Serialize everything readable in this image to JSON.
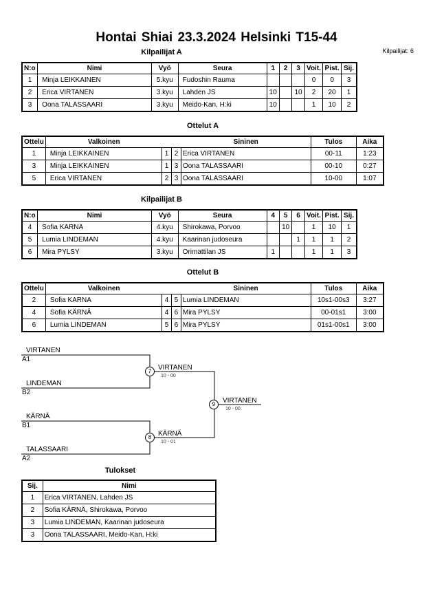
{
  "header": {
    "title": "Hontai Shiai  23.3.2024  Helsinki   T15-44",
    "count_label": "Kilpailijat: 6"
  },
  "pool_a": {
    "title": "Kilpailijat A",
    "columns": [
      "N:o",
      "Nimi",
      "Vyö",
      "Seura",
      "1",
      "2",
      "3",
      "Voit.",
      "Pist.",
      "Sij."
    ],
    "rows": [
      [
        "1",
        "Minja LEIKKAINEN",
        "5.kyu",
        "Fudoshin Rauma",
        "",
        "",
        "",
        "0",
        "0",
        "3"
      ],
      [
        "2",
        "Erica VIRTANEN",
        "3.kyu",
        "Lahden JS",
        "10",
        "",
        "10",
        "2",
        "20",
        "1"
      ],
      [
        "3",
        "Oona TALASSAARI",
        "3.kyu",
        "Meido-Kan, H:ki",
        "10",
        "",
        "",
        "1",
        "10",
        "2"
      ]
    ]
  },
  "matches_a": {
    "title": "Ottelut A",
    "columns": [
      "Ottelu",
      "Valkoinen",
      "",
      "",
      "Sininen",
      "Tulos",
      "Aika"
    ],
    "rows": [
      [
        "1",
        "Minja LEIKKAINEN",
        "1",
        "2",
        "Erica VIRTANEN",
        "00-11",
        "1:23"
      ],
      [
        "3",
        "Minja LEIKKAINEN",
        "1",
        "3",
        "Oona TALASSAARI",
        "00-10",
        "0:27"
      ],
      [
        "5",
        "Erica VIRTANEN",
        "2",
        "3",
        "Oona TALASSAARI",
        "10-00",
        "1:07"
      ]
    ]
  },
  "pool_b": {
    "title": "Kilpailijat B",
    "columns": [
      "N:o",
      "Nimi",
      "Vyö",
      "Seura",
      "4",
      "5",
      "6",
      "Voit.",
      "Pist.",
      "Sij."
    ],
    "rows": [
      [
        "4",
        "Sofia KARNA",
        "4.kyu",
        "Shirokawa, Porvoo",
        "",
        "10",
        "",
        "1",
        "10",
        "1"
      ],
      [
        "5",
        "Lumia LINDEMAN",
        "4.kyu",
        "Kaarinan judoseura",
        "",
        "",
        "1",
        "1",
        "1",
        "2"
      ],
      [
        "6",
        "Mira PYLSY",
        "3.kyu",
        "Orimattilan JS",
        "1",
        "",
        "",
        "1",
        "1",
        "3"
      ]
    ]
  },
  "matches_b": {
    "title": "Ottelut B",
    "columns": [
      "Ottelu",
      "Valkoinen",
      "",
      "",
      "Sininen",
      "Tulos",
      "Aika"
    ],
    "rows": [
      [
        "2",
        "Sofia KARNA",
        "4",
        "5",
        "Lumia LINDEMAN",
        "10s1-00s3",
        "3:27"
      ],
      [
        "4",
        "Sofia KÄRNÄ",
        "4",
        "6",
        "Mira PYLSY",
        "00-01s1",
        "3:00"
      ],
      [
        "6",
        "Lumia LINDEMAN",
        "5",
        "6",
        "Mira PYLSY",
        "01s1-00s1",
        "3:00"
      ]
    ]
  },
  "bracket": {
    "entrants": [
      {
        "name": "VIRTANEN",
        "seed": "A1"
      },
      {
        "name": "LINDEMAN",
        "seed": "B2"
      },
      {
        "name": "KÄRNÄ",
        "seed": "B1"
      },
      {
        "name": "TALASSAARI",
        "seed": "A2"
      }
    ],
    "semis": [
      {
        "match": "7",
        "winner": "VIRTANEN",
        "score": "10 - 00"
      },
      {
        "match": "8",
        "winner": "KÄRNÄ",
        "score": "10 - 01"
      }
    ],
    "final": {
      "match": "9",
      "winner": "VIRTANEN",
      "score": "10 - 00"
    }
  },
  "results": {
    "title": "Tulokset",
    "columns": [
      "Sij.",
      "Nimi"
    ],
    "rows": [
      [
        "1",
        "Erica VIRTANEN, Lahden JS"
      ],
      [
        "2",
        "Sofia KÄRNÄ, Shirokawa, Porvoo"
      ],
      [
        "3",
        "Lumia LINDEMAN, Kaarinan judoseura"
      ],
      [
        "3",
        "Oona TALASSAARI, Meido-Kan, H:ki"
      ]
    ]
  }
}
